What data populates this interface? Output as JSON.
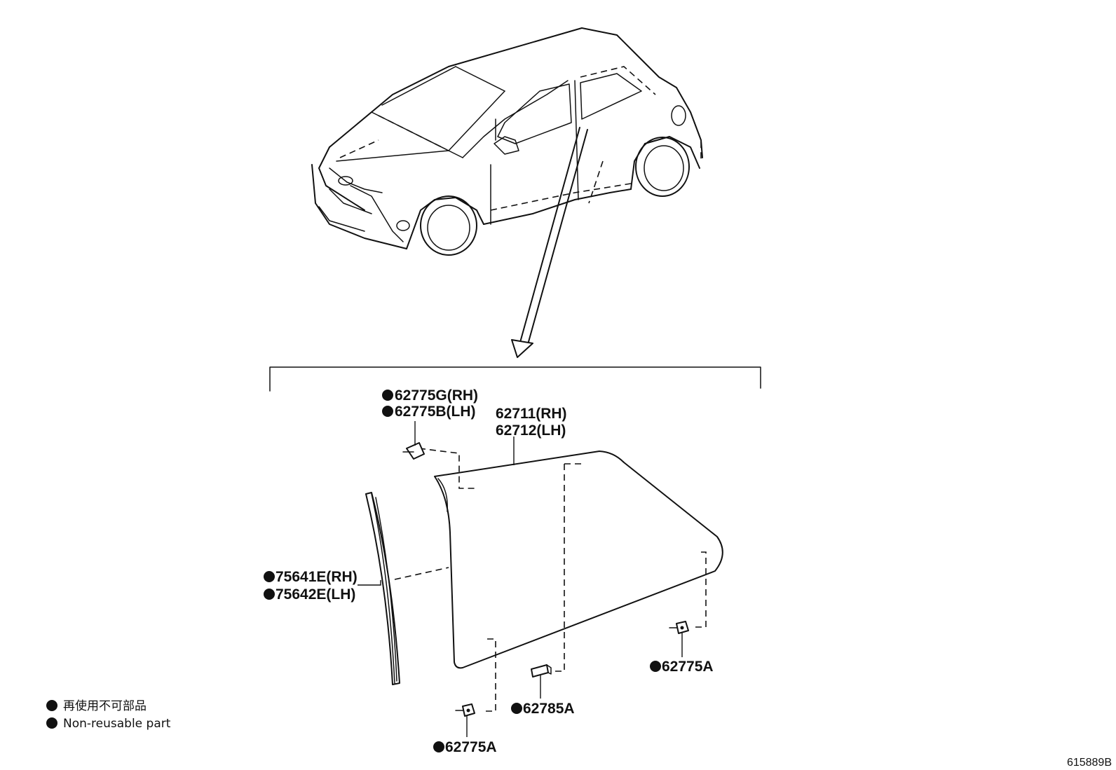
{
  "labels": {
    "clip_top_rh": "62775G(RH)",
    "clip_top_lh": "62775B(LH)",
    "glass_rh": "62711(RH)",
    "glass_lh": "62712(LH)",
    "weatherstrip_rh": "75641E(RH)",
    "weatherstrip_lh": "75642E(LH)",
    "clip_right": "62775A",
    "spacer_bottom": "62785A",
    "clip_bottom": "62775A"
  },
  "legend": {
    "symbol": "●",
    "line_jp": "再使用不可部品",
    "line_en": "Non-reusable part"
  },
  "reference_code": "615889B",
  "colors": {
    "line": "#111111",
    "background": "#ffffff"
  }
}
